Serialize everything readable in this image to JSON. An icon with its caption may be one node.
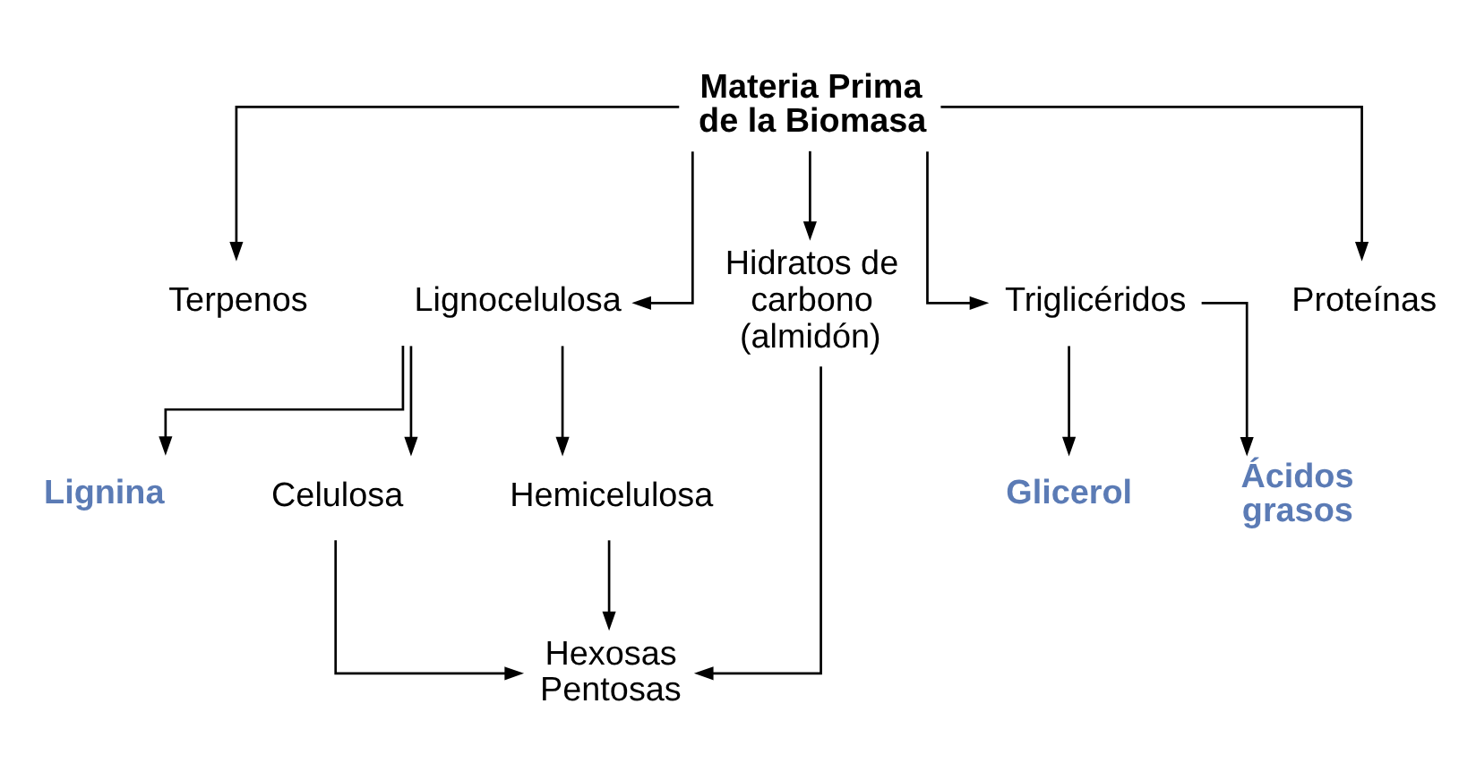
{
  "diagram": {
    "nodes": [
      {
        "text": [
          "Materia Prima de la Biomasa"
        ]
      },
      {
        "text": [
          "Terpenos"
        ]
      },
      {
        "text": [
          "Lignocelulosa"
        ]
      },
      {
        "text": [
          "Hidratos de carbono (almidón)"
        ]
      },
      {
        "text": [
          "Triglicéridos"
        ]
      },
      {
        "text": [
          "Proteínas"
        ]
      },
      {
        "text": [
          "Lignina"
        ]
      },
      {
        "text": [
          "Celulosa"
        ]
      },
      {
        "text": [
          "Hemicelulosa"
        ]
      },
      {
        "text": [
          "Glicerol"
        ]
      },
      {
        "text": [
          "Ácidos grasos"
        ]
      },
      {
        "text": [
          "Hexosas Pentosas"
        ]
      }
    ],
    "edges": [
      {
        "from": 0,
        "to": 1,
        "arrow": "to"
      },
      {
        "from": 0,
        "to": 2,
        "arrow": "to"
      },
      {
        "from": 0,
        "to": 3,
        "arrow": "to"
      },
      {
        "from": 0,
        "to": 4,
        "arrow": "to"
      },
      {
        "from": 0,
        "to": 5,
        "arrow": "to"
      },
      {
        "from": 2,
        "to": 6,
        "arrow": "to"
      },
      {
        "from": 2,
        "to": 7,
        "arrow": "to"
      },
      {
        "from": 2,
        "to": 8,
        "arrow": "to"
      },
      {
        "from": 4,
        "to": 9,
        "arrow": "to"
      },
      {
        "from": 4,
        "to": 10,
        "arrow": "to"
      },
      {
        "from": 7,
        "to": 11,
        "arrow": "to"
      },
      {
        "from": 8,
        "to": 11,
        "arrow": "to"
      },
      {
        "from": 3,
        "to": 11,
        "arrow": "to"
      }
    ]
  }
}
